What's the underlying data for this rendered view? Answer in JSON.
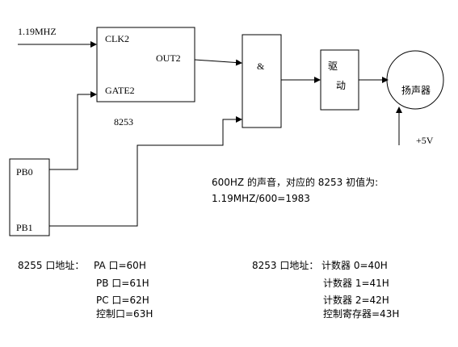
{
  "input": {
    "clock": "1.19MHZ"
  },
  "chip_8253": {
    "name": "8253",
    "pin_clk": "CLK2",
    "pin_gate": "GATE2",
    "pin_out": "OUT2"
  },
  "chip_8255": {
    "pin_pb0": "PB0",
    "pin_pb1": "PB1"
  },
  "and_gate": {
    "symbol": "&"
  },
  "driver": {
    "line1": "驱",
    "line2": "动"
  },
  "speaker": {
    "label": "扬声器"
  },
  "supply": {
    "label": "+5V"
  },
  "note": {
    "line1": "600HZ 的声音，对应的 8253 初值为:",
    "line2": "1.19MHZ/600=1983"
  },
  "address_8255": {
    "heading": "8255 口地址：",
    "rows": [
      "PA 口=60H",
      "PB 口=61H",
      "PC 口=62H",
      "控制口=63H"
    ]
  },
  "address_8253": {
    "heading": "8253 口地址：",
    "rows": [
      "计数器 0=40H",
      "计数器 1=41H",
      "计数器 2=42H",
      "控制寄存器=43H"
    ]
  }
}
